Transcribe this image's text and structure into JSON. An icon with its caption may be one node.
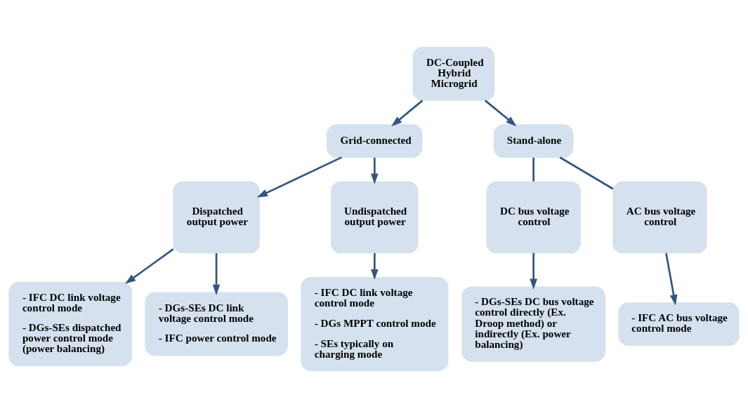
{
  "diagram": {
    "nodes": [
      {
        "text": [
          "DC-Coupled Hybrid Microgrid"
        ]
      },
      {
        "text": [
          "Grid-connected"
        ]
      },
      {
        "text": [
          "Stand-alone"
        ]
      },
      {
        "text": [
          "Dispatched output power"
        ]
      },
      {
        "text": [
          "Undispatched output power"
        ]
      },
      {
        "text": [
          "DC bus voltage control"
        ]
      },
      {
        "text": [
          "AC bus voltage control"
        ]
      },
      {
        "text": [
          "- IFC DC link voltage control mode",
          "- DGs-SEs dispatched power control mode (power balancing)"
        ]
      },
      {
        "text": [
          "- DGs-SEs DC link voltage control mode",
          "- IFC power control mode"
        ]
      },
      {
        "text": [
          "- IFC DC link voltage control mode",
          "- DGs MPPT control mode",
          "- SEs typically on charging mode"
        ]
      },
      {
        "text": [
          "- DGs-SEs DC bus voltage control directly (Ex. Droop method) or indirectly (Ex. power balancing)"
        ]
      },
      {
        "text": [
          "- IFC AC bus voltage control mode"
        ]
      }
    ],
    "edges": [
      {
        "from": 0,
        "to": 1,
        "arrow": "to"
      },
      {
        "from": 0,
        "to": 2,
        "arrow": "to"
      },
      {
        "from": 1,
        "to": 3,
        "arrow": "to"
      },
      {
        "from": 1,
        "to": 4,
        "arrow": "to"
      },
      {
        "from": 2,
        "to": 5,
        "arrow": "none"
      },
      {
        "from": 2,
        "to": 6,
        "arrow": "none"
      },
      {
        "from": 3,
        "to": 7,
        "arrow": "to"
      },
      {
        "from": 3,
        "to": 8,
        "arrow": "to"
      },
      {
        "from": 4,
        "to": 9,
        "arrow": "to"
      },
      {
        "from": 5,
        "to": 10,
        "arrow": "to"
      },
      {
        "from": 6,
        "to": 11,
        "arrow": "to"
      }
    ]
  }
}
